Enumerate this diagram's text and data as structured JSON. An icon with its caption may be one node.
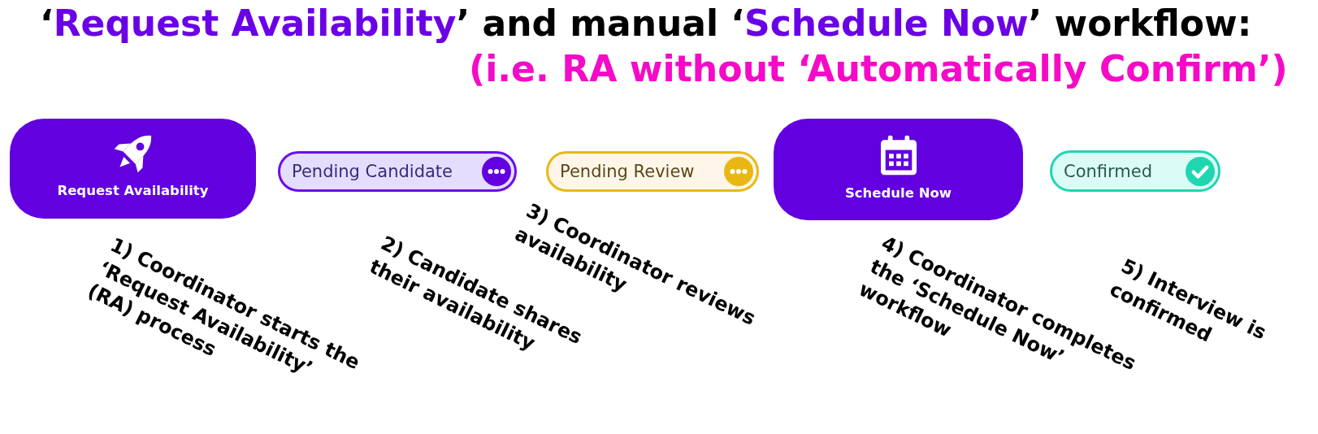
{
  "diagram": {
    "title": "‘*Request Availability*’ and manual ‘*Schedule Now*’ workflow:",
    "nodes": [
      {
        "text": [
          "Request Availability"
        ],
        "beside": [
          "1) Coordinator starts the ‘Request Availability’ (RA) process"
        ]
      },
      {
        "text": [
          "Pending Candidate"
        ],
        "beside": [
          "2) Candidate shares their availability"
        ]
      },
      {
        "text": [
          "Pending Review"
        ],
        "beside": [
          "3) Coordinator reviews availability"
        ]
      },
      {
        "text": [
          "Schedule Now"
        ],
        "beside": [
          "4) Coordinator completes the ‘Schedule Now’ workflow"
        ]
      },
      {
        "text": [
          "Confirmed"
        ],
        "beside": [
          "5) Interview is confirmed"
        ]
      }
    ],
    "labels": [
      "(i.e. RA without ‘Automatically Confirm’)"
    ]
  }
}
